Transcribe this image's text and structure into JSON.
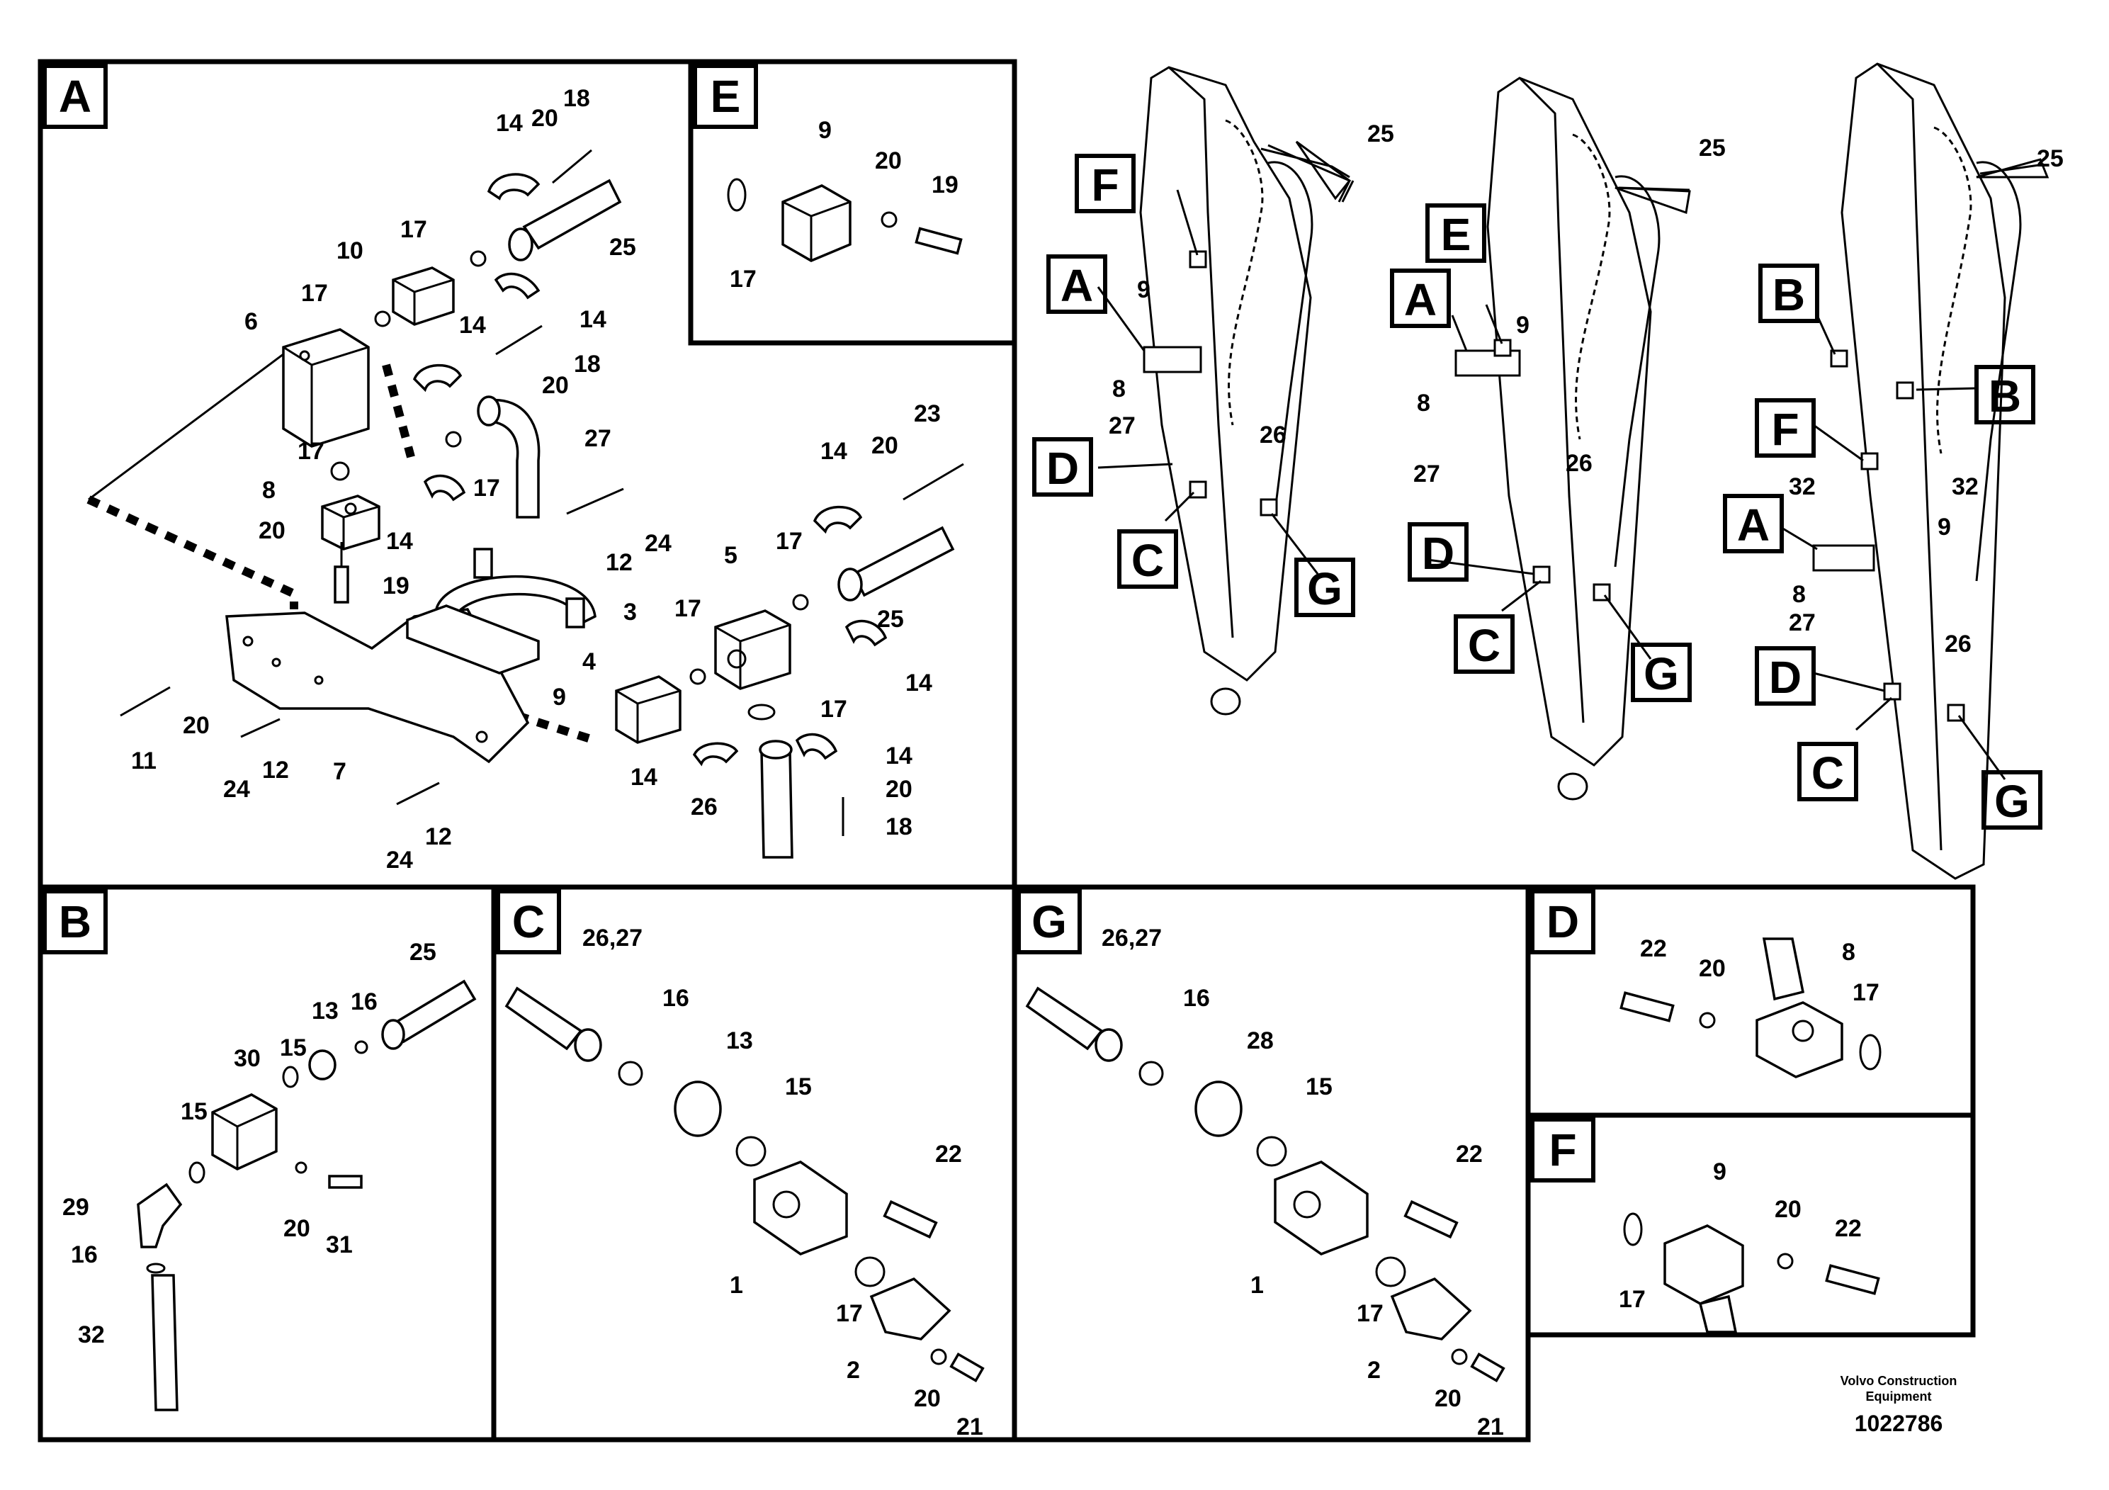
{
  "diagram_id": "1022786",
  "brand_line1": "Volvo Construction",
  "brand_line2": "Equipment",
  "panels": {
    "A": {
      "letter": "A",
      "labels": {
        "l14a": "14",
        "l20a": "20",
        "l18a": "18",
        "l17a": "17",
        "l25a": "25",
        "l10": "10",
        "l17b": "17",
        "l14b": "14",
        "l6": "6",
        "l14c": "14",
        "l18b": "18",
        "l20b": "20",
        "l27": "27",
        "l17c": "17",
        "l17d": "17",
        "l8": "8",
        "l20c": "20",
        "l14d": "14",
        "l19": "19",
        "l12a": "12",
        "l24a": "24",
        "l23": "23",
        "l14e": "14",
        "l20d": "20",
        "l5": "5",
        "l17e": "17",
        "l25b": "25",
        "l3": "3",
        "l4": "4",
        "l17f": "17",
        "l14f": "14",
        "l11": "11",
        "l20e": "20",
        "l24b": "24",
        "l12b": "12",
        "l7": "7",
        "l9": "9",
        "l17g": "17",
        "l14g": "14",
        "l14h": "14",
        "l20f": "20",
        "l18c": "18",
        "l26": "26",
        "l24c": "24",
        "l12c": "12"
      }
    },
    "E": {
      "letter": "E",
      "labels": {
        "l9": "9",
        "l20": "20",
        "l19": "19",
        "l17": "17"
      }
    },
    "B": {
      "letter": "B",
      "labels": {
        "l25": "25",
        "l13": "13",
        "l16a": "16",
        "l30": "30",
        "l15a": "15",
        "l15b": "15",
        "l29": "29",
        "l20": "20",
        "l31": "31",
        "l16b": "16",
        "l32": "32"
      }
    },
    "C": {
      "letter": "C",
      "labels": {
        "l2627": "26,27",
        "l16": "16",
        "l13": "13",
        "l15": "15",
        "l22": "22",
        "l1": "1",
        "l17": "17",
        "l2": "2",
        "l20": "20",
        "l21": "21"
      }
    },
    "G": {
      "letter": "G",
      "labels": {
        "l2627": "26,27",
        "l16": "16",
        "l28": "28",
        "l15": "15",
        "l22": "22",
        "l1": "1",
        "l17": "17",
        "l2": "2",
        "l20": "20",
        "l21": "21"
      }
    },
    "D": {
      "letter": "D",
      "labels": {
        "l22": "22",
        "l20": "20",
        "l8": "8",
        "l17": "17"
      }
    },
    "F": {
      "letter": "F",
      "labels": {
        "l9": "9",
        "l20": "20",
        "l22": "22",
        "l17": "17"
      }
    }
  },
  "booms": {
    "boom1": {
      "letters": {
        "F": "F",
        "A": "A",
        "D": "D",
        "C": "C",
        "G": "G"
      },
      "labels": {
        "l9": "9",
        "l8": "8",
        "l27": "27",
        "l26": "26",
        "l25": "25"
      }
    },
    "boom2": {
      "letters": {
        "E": "E",
        "A": "A",
        "D": "D",
        "C": "C",
        "G": "G"
      },
      "labels": {
        "l9": "9",
        "l8": "8",
        "l27": "27",
        "l26": "26",
        "l25": "25"
      }
    },
    "boom3": {
      "letters": {
        "B1": "B",
        "B2": "B",
        "F": "F",
        "A": "A",
        "D": "D",
        "C": "C",
        "G": "G"
      },
      "labels": {
        "l32a": "32",
        "l32b": "32",
        "l9": "9",
        "l8": "8",
        "l27": "27",
        "l26": "26",
        "l25": "25"
      }
    }
  }
}
